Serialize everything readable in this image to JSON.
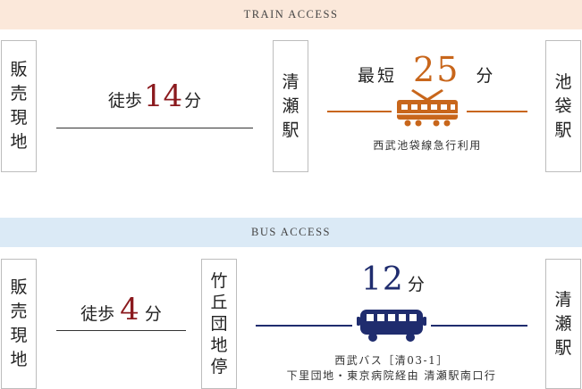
{
  "train": {
    "header": "TRAIN ACCESS",
    "origin": [
      "販",
      "売",
      "現",
      "地"
    ],
    "walk": {
      "prefix": "徒歩",
      "minutes": "14",
      "unit": "分"
    },
    "station": [
      "清",
      "瀬",
      "駅"
    ],
    "ride": {
      "prefix": "最短",
      "minutes": "25",
      "unit": "分",
      "line": "西武池袋線急行利用",
      "icon": "train-icon"
    },
    "destination": [
      "池",
      "袋",
      "駅"
    ],
    "accent_color": "#c8661b"
  },
  "bus": {
    "header": "BUS ACCESS",
    "origin": [
      "販",
      "売",
      "現",
      "地"
    ],
    "walk": {
      "prefix": "徒歩",
      "minutes": "4",
      "unit": "分"
    },
    "stop": [
      "竹",
      "丘",
      "団",
      "地",
      "停"
    ],
    "ride": {
      "minutes": "12",
      "unit": "分",
      "route_line1": "西武バス［清03-1］",
      "route_line2": "下里団地・東京病院経由 清瀬駅南口行",
      "icon": "bus-icon"
    },
    "destination": [
      "清",
      "瀬",
      "駅"
    ],
    "accent_color": "#1f2c6e"
  },
  "walk_number_color": "#8b1a1e"
}
